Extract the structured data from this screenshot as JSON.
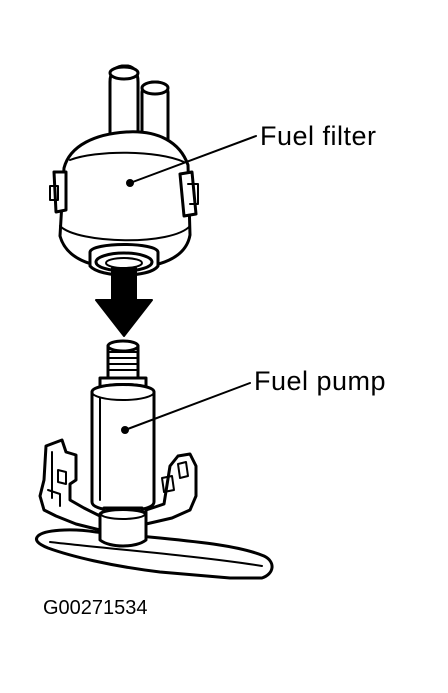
{
  "labels": {
    "fuel_filter": "Fuel filter",
    "fuel_pump": "Fuel pump"
  },
  "figure_code": "G00271534",
  "colors": {
    "ink": "#000000",
    "paper": "#ffffff"
  },
  "icons": {
    "arrow": "down-arrow-icon"
  }
}
